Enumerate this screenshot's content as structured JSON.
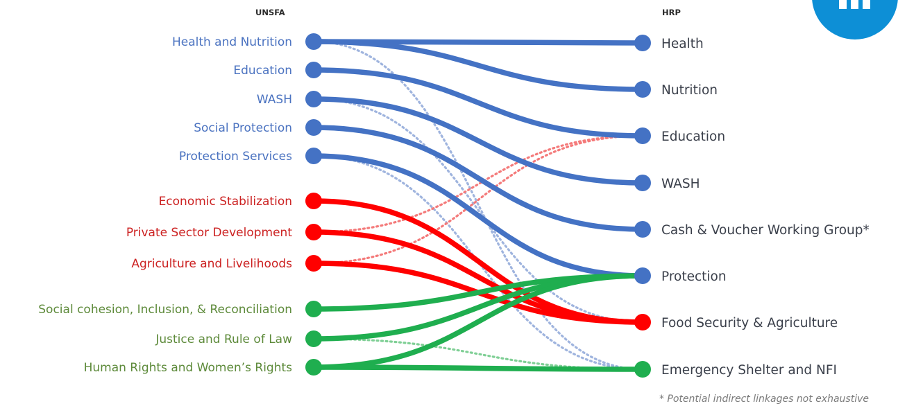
{
  "headers": {
    "left": "UNSFA",
    "right": "HRP"
  },
  "colors": {
    "blue": "#4472c4",
    "red": "#ff0000",
    "green": "#1fae4f",
    "blue_dot": "#9fb4de",
    "red_dot": "#f47a7a",
    "green_dot": "#7fcf95",
    "blue_text": "#4a72c0",
    "red_text": "#cc2222",
    "green_text": "#5d8a3a"
  },
  "left_nodes": [
    {
      "label": "Health and Nutrition",
      "group": "blue"
    },
    {
      "label": "Education",
      "group": "blue"
    },
    {
      "label": "WASH",
      "group": "blue"
    },
    {
      "label": "Social Protection",
      "group": "blue"
    },
    {
      "label": "Protection Services",
      "group": "blue"
    },
    {
      "label": "Economic Stabilization",
      "group": "red"
    },
    {
      "label": "Private Sector Development",
      "group": "red"
    },
    {
      "label": "Agriculture and Livelihoods",
      "group": "red"
    },
    {
      "label": "Social cohesion, Inclusion, & Reconciliation",
      "group": "green"
    },
    {
      "label": "Justice and Rule of Law",
      "group": "green"
    },
    {
      "label": "Human Rights and Women’s Rights",
      "group": "green"
    }
  ],
  "right_nodes": [
    {
      "label": "Health",
      "group": "blue"
    },
    {
      "label": "Nutrition",
      "group": "blue"
    },
    {
      "label": "Education",
      "group": "blue"
    },
    {
      "label": "WASH",
      "group": "blue"
    },
    {
      "label": "Cash & Voucher Working Group*",
      "group": "blue"
    },
    {
      "label": "Protection",
      "group": "blue"
    },
    {
      "label": "Food Security & Agriculture",
      "group": "red"
    },
    {
      "label": "Emergency Shelter and NFI",
      "group": "green"
    }
  ],
  "direct_links": [
    {
      "from": 0,
      "to": 0,
      "group": "blue"
    },
    {
      "from": 0,
      "to": 1,
      "group": "blue"
    },
    {
      "from": 1,
      "to": 2,
      "group": "blue"
    },
    {
      "from": 2,
      "to": 3,
      "group": "blue"
    },
    {
      "from": 3,
      "to": 4,
      "group": "blue"
    },
    {
      "from": 4,
      "to": 5,
      "group": "blue"
    },
    {
      "from": 5,
      "to": 6,
      "group": "red"
    },
    {
      "from": 6,
      "to": 6,
      "group": "red"
    },
    {
      "from": 7,
      "to": 6,
      "group": "red"
    },
    {
      "from": 8,
      "to": 5,
      "group": "green"
    },
    {
      "from": 9,
      "to": 5,
      "group": "green"
    },
    {
      "from": 10,
      "to": 5,
      "group": "green"
    },
    {
      "from": 10,
      "to": 7,
      "group": "green"
    }
  ],
  "indirect_links": [
    {
      "from": 0,
      "to": 7,
      "group": "blue"
    },
    {
      "from": 2,
      "to": 6,
      "group": "blue"
    },
    {
      "from": 4,
      "to": 7,
      "group": "blue"
    },
    {
      "from": 6,
      "to": 2,
      "group": "red"
    },
    {
      "from": 7,
      "to": 2,
      "group": "red"
    },
    {
      "from": 9,
      "to": 7,
      "group": "green"
    }
  ],
  "footnote": "* Potential indirect linkages not exhaustive"
}
